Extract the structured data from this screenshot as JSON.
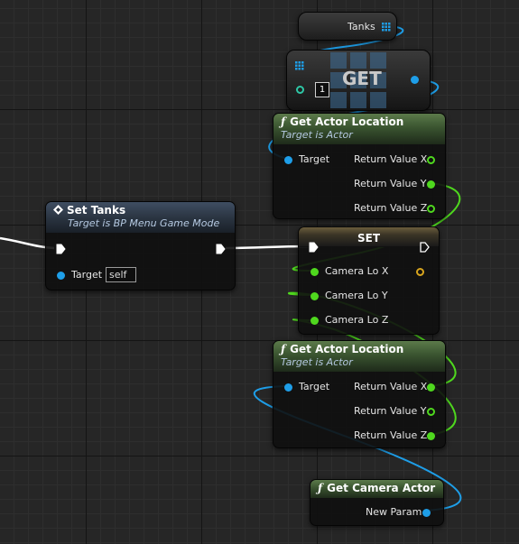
{
  "colors": {
    "object_wire": "#1e9ee8",
    "vector_wire": "#4fd81e",
    "exec_wire": "#ffffff",
    "func_header": "#3a5430",
    "grid_major": "#141414",
    "grid_minor": "#2e2e2e"
  },
  "tanks_node": {
    "label": "Tanks",
    "icon": "array-grid-icon"
  },
  "get_node": {
    "title": "GET",
    "index": "1",
    "icon": "array-grid-icon"
  },
  "actor_loc_top": {
    "title": "Get Actor Location",
    "subtitle": "Target is Actor",
    "target_label": "Target",
    "ret_x": "Return Value X",
    "ret_y": "Return Value Y",
    "ret_z": "Return Value Z",
    "icon": "function-icon"
  },
  "set_tanks": {
    "title": "Set Tanks",
    "subtitle": "Target is BP Menu Game Mode",
    "target_label": "Target",
    "target_value": "self",
    "icon": "diamond-set-icon"
  },
  "set_node": {
    "title": "SET",
    "in_x": "Camera Lo X",
    "in_y": "Camera Lo Y",
    "in_z": "Camera Lo Z"
  },
  "actor_loc_bottom": {
    "title": "Get Actor Location",
    "subtitle": "Target is Actor",
    "target_label": "Target",
    "ret_x": "Return Value X",
    "ret_y": "Return Value Y",
    "ret_z": "Return Value Z",
    "icon": "function-icon"
  },
  "camera_node": {
    "title": "Get Camera Actor",
    "out_label": "New Param",
    "icon": "function-icon"
  }
}
